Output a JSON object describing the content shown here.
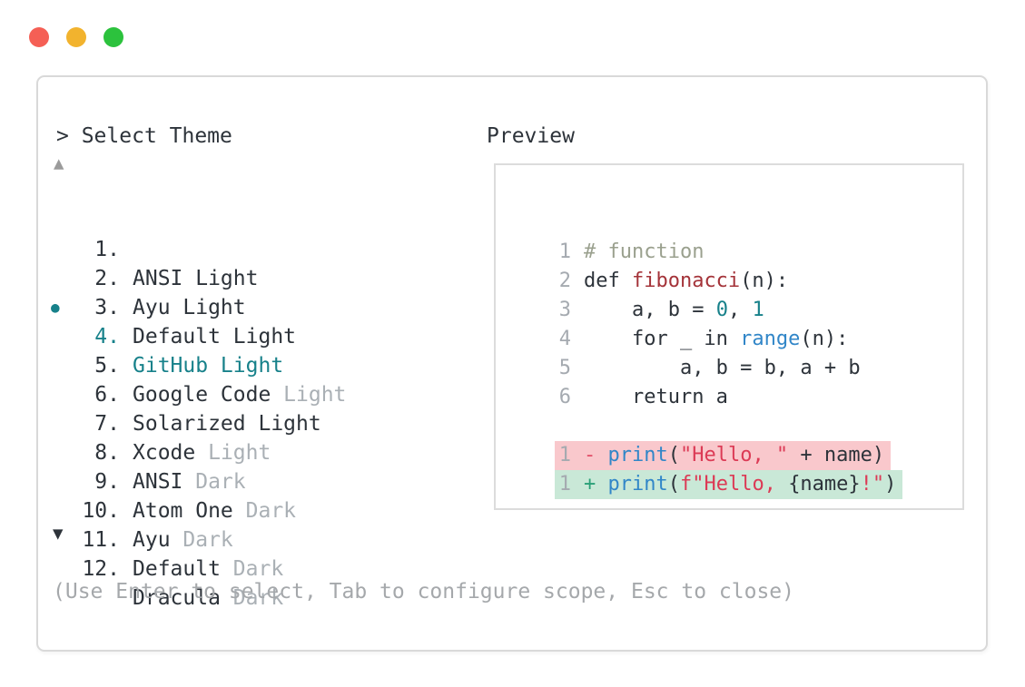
{
  "window": {
    "traffic_lights": [
      {
        "name": "close-button",
        "color": "#f55f55"
      },
      {
        "name": "minimize-button",
        "color": "#f2b32e"
      },
      {
        "name": "zoom-button",
        "color": "#2cc23d"
      }
    ]
  },
  "theme_selector": {
    "prompt": "> ",
    "title": "Select Theme",
    "scroll_up_indicator": "▲",
    "scroll_down_indicator": "▼",
    "selected_bullet": "●",
    "items": [
      {
        "number": "1.",
        "selected": false,
        "parts": [
          {
            "t": "ANSI Light",
            "muted": false
          }
        ]
      },
      {
        "number": "2.",
        "selected": false,
        "parts": [
          {
            "t": "Ayu Light",
            "muted": false
          }
        ]
      },
      {
        "number": "3.",
        "selected": false,
        "parts": [
          {
            "t": "Default Light",
            "muted": false
          }
        ]
      },
      {
        "number": "4.",
        "selected": true,
        "parts": [
          {
            "t": "GitHub Light",
            "muted": false
          }
        ]
      },
      {
        "number": "5.",
        "selected": false,
        "parts": [
          {
            "t": "Google Code ",
            "muted": false
          },
          {
            "t": "Light",
            "muted": true
          }
        ]
      },
      {
        "number": "6.",
        "selected": false,
        "parts": [
          {
            "t": "Solarized Light",
            "muted": false
          }
        ]
      },
      {
        "number": "7.",
        "selected": false,
        "parts": [
          {
            "t": "Xcode ",
            "muted": false
          },
          {
            "t": "Light",
            "muted": true
          }
        ]
      },
      {
        "number": "8.",
        "selected": false,
        "parts": [
          {
            "t": "ANSI ",
            "muted": false
          },
          {
            "t": "Dark",
            "muted": true
          }
        ]
      },
      {
        "number": "9.",
        "selected": false,
        "parts": [
          {
            "t": "Atom One ",
            "muted": false
          },
          {
            "t": "Dark",
            "muted": true
          }
        ]
      },
      {
        "number": "10.",
        "selected": false,
        "parts": [
          {
            "t": "Ayu ",
            "muted": false
          },
          {
            "t": "Dark",
            "muted": true
          }
        ]
      },
      {
        "number": "11.",
        "selected": false,
        "parts": [
          {
            "t": "Default ",
            "muted": false
          },
          {
            "t": "Dark",
            "muted": true
          }
        ]
      },
      {
        "number": "12.",
        "selected": false,
        "parts": [
          {
            "t": "Dracula ",
            "muted": false
          },
          {
            "t": "Dark",
            "muted": true
          }
        ]
      }
    ],
    "footer_hint": "(Use Enter to select, Tab to configure scope, Esc to close)"
  },
  "preview": {
    "title": "Preview",
    "code_lines": [
      {
        "number": "1",
        "tokens": [
          {
            "t": "# function",
            "c": "comment"
          }
        ]
      },
      {
        "number": "2",
        "tokens": [
          {
            "t": "def ",
            "c": "text"
          },
          {
            "t": "fibonacci",
            "c": "func"
          },
          {
            "t": "(n):",
            "c": "text"
          }
        ]
      },
      {
        "number": "3",
        "tokens": [
          {
            "t": "    a, b = ",
            "c": "text"
          },
          {
            "t": "0",
            "c": "number"
          },
          {
            "t": ", ",
            "c": "text"
          },
          {
            "t": "1",
            "c": "number"
          }
        ]
      },
      {
        "number": "4",
        "tokens": [
          {
            "t": "    for _ in ",
            "c": "text"
          },
          {
            "t": "range",
            "c": "builtin"
          },
          {
            "t": "(n):",
            "c": "text"
          }
        ]
      },
      {
        "number": "5",
        "tokens": [
          {
            "t": "        a, b = b, a + b",
            "c": "text"
          }
        ]
      },
      {
        "number": "6",
        "tokens": [
          {
            "t": "    return a",
            "c": "text"
          }
        ]
      },
      {
        "number": "",
        "tokens": []
      },
      {
        "number": "1",
        "diff": "removed",
        "tokens": [
          {
            "t": "- ",
            "c": "removed-sign"
          },
          {
            "t": "print",
            "c": "builtin"
          },
          {
            "t": "(",
            "c": "text"
          },
          {
            "t": "\"Hello, \"",
            "c": "string"
          },
          {
            "t": " + name)",
            "c": "text"
          }
        ]
      },
      {
        "number": "1",
        "diff": "added",
        "tokens": [
          {
            "t": "+ ",
            "c": "added-sign"
          },
          {
            "t": "print",
            "c": "builtin"
          },
          {
            "t": "(",
            "c": "text"
          },
          {
            "t": "f\"Hello, ",
            "c": "string"
          },
          {
            "t": "{name}",
            "c": "text"
          },
          {
            "t": "!\"",
            "c": "string"
          },
          {
            "t": ")",
            "c": "text"
          }
        ]
      }
    ]
  },
  "colors": {
    "accent_teal": "#17818a",
    "text_dark": "#2d333a",
    "text_muted": "#aab0b5",
    "comment": "#9aa08e",
    "function_red": "#a43339",
    "string_red": "#dc3a55",
    "builtin_blue": "#3186c8",
    "diff_removed_bg": "#f9c8cc",
    "diff_added_bg": "#c9e8d7",
    "removed_sign": "#e25069",
    "added_sign": "#2aa077",
    "panel_border": "#d9d9d9"
  }
}
